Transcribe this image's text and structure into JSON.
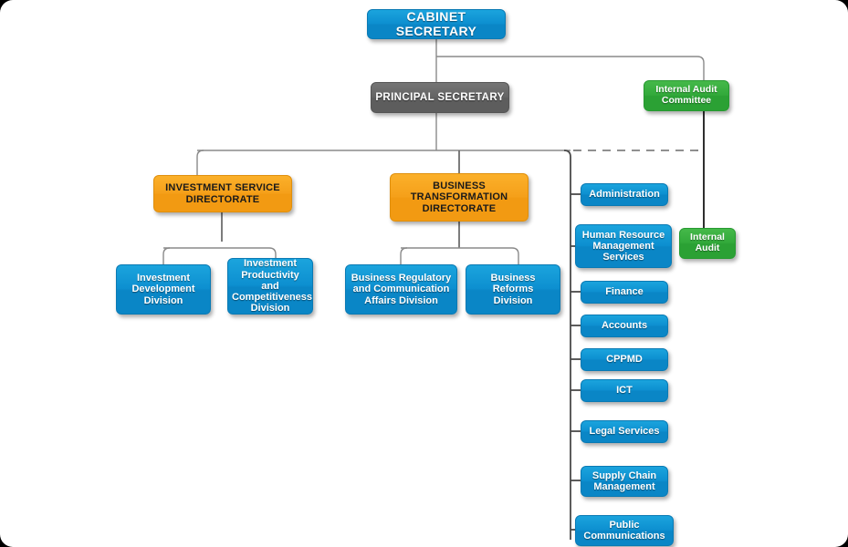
{
  "chart_data": {
    "type": "diagram",
    "title": "Organisational Structure Chart",
    "nodes": [
      {
        "id": "cabinet-secretary",
        "label": "CABINET SECRETARY",
        "color": "#0d8fd0",
        "level": 0
      },
      {
        "id": "principal-secretary",
        "label": "PRINCIPAL SECRETARY",
        "color": "#5d5d5d",
        "level": 1
      },
      {
        "id": "internal-audit-committee",
        "label": "Internal Audit Committee",
        "color": "#32a93a",
        "level": 1
      },
      {
        "id": "investment-service-directorate",
        "label": "INVESTMENT SERVICE DIRECTORATE",
        "color": "#f5a01a",
        "level": 2
      },
      {
        "id": "business-transformation-directorate",
        "label": "BUSINESS TRANSFORMATION DIRECTORATE",
        "color": "#f5a01a",
        "level": 2
      },
      {
        "id": "internal-audit",
        "label": "Internal Audit",
        "color": "#32a93a",
        "level": 2
      }
    ],
    "edges": [
      {
        "from": "cabinet-secretary",
        "to": "principal-secretary",
        "style": "solid"
      },
      {
        "from": "cabinet-secretary",
        "to": "internal-audit-committee",
        "style": "solid"
      },
      {
        "from": "principal-secretary",
        "to": "investment-service-directorate",
        "style": "solid"
      },
      {
        "from": "principal-secretary",
        "to": "business-transformation-directorate",
        "style": "solid"
      },
      {
        "from": "principal-secretary",
        "to": "departments-column",
        "style": "solid"
      },
      {
        "from": "internal-audit-committee",
        "to": "internal-audit",
        "style": "solid"
      },
      {
        "from": "departments-bus",
        "to": "internal-audit-line",
        "style": "dashed"
      }
    ]
  },
  "top": {
    "cabinet_secretary": "CABINET SECRETARY",
    "principal_secretary": "PRINCIPAL SECRETARY",
    "internal_audit_committee_line1": "Internal Audit",
    "internal_audit_committee_line2": "Committee"
  },
  "directorates": {
    "investment": {
      "line1": "INVESTMENT SERVICE",
      "line2": "DIRECTORATE",
      "divisions": [
        {
          "line1": "Investment",
          "line2": "Development",
          "line3": "Division",
          "line4": ""
        },
        {
          "line1": "Investment",
          "line2": "Productivity and",
          "line3": "Competitiveness",
          "line4": "Division"
        }
      ]
    },
    "business": {
      "line1": "BUSINESS",
      "line2": "TRANSFORMATION",
      "line3": "DIRECTORATE",
      "divisions": [
        {
          "line1": "Business Regulatory",
          "line2": "and Communication",
          "line3": "Affairs Division",
          "line4": ""
        },
        {
          "line1": "Business Reforms",
          "line2": "Division",
          "line3": "",
          "line4": ""
        }
      ]
    }
  },
  "departments": [
    {
      "line1": "Administration",
      "line2": "",
      "line3": ""
    },
    {
      "line1": "Human Resource",
      "line2": "Management",
      "line3": "Services"
    },
    {
      "line1": "Finance",
      "line2": "",
      "line3": ""
    },
    {
      "line1": "Accounts",
      "line2": "",
      "line3": ""
    },
    {
      "line1": "CPPMD",
      "line2": "",
      "line3": ""
    },
    {
      "line1": "ICT",
      "line2": "",
      "line3": ""
    },
    {
      "line1": "Legal Services",
      "line2": "",
      "line3": ""
    },
    {
      "line1": "Supply Chain",
      "line2": "Management",
      "line3": ""
    },
    {
      "line1": "Public",
      "line2": "Communications",
      "line3": ""
    }
  ],
  "audit": {
    "internal_audit_line1": "Internal",
    "internal_audit_line2": "Audit"
  },
  "colors": {
    "blue": "#0d8fd0",
    "gray": "#5d5d5d",
    "orange": "#f5a01a",
    "green": "#32a93a",
    "line": "#8a8a8a",
    "line_dark": "#3a3a3a",
    "background": "#ffffff"
  }
}
